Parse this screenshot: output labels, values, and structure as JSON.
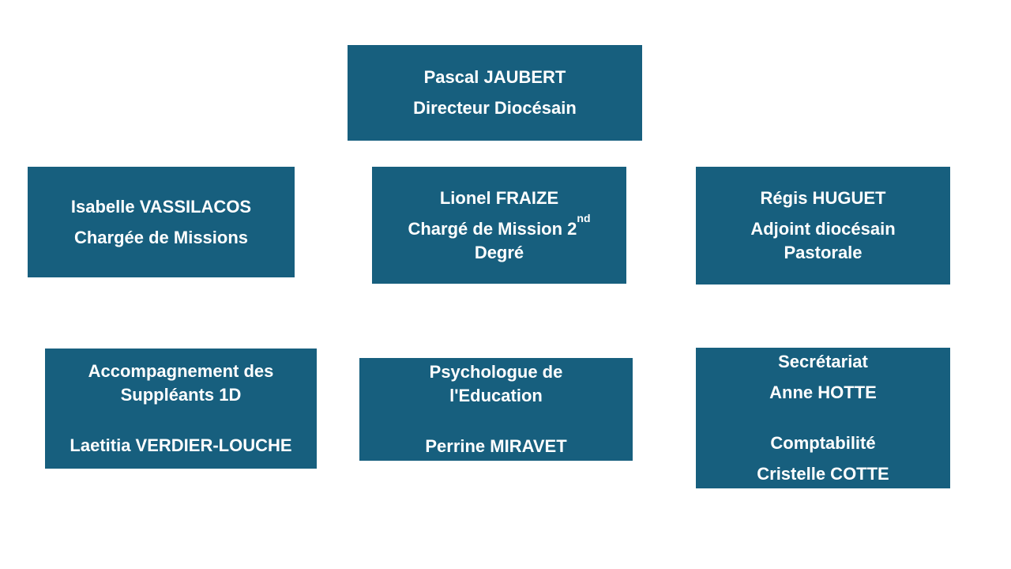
{
  "page": {
    "background": "#ffffff",
    "box_fill": "#175F7E",
    "text_color": "#ffffff"
  },
  "org_chart": {
    "boxes": {
      "director": {
        "name": "Pascal JAUBERT",
        "role": "Directeur Diocésain"
      },
      "vassilacos": {
        "name": "Isabelle VASSILACOS",
        "role": "Chargée de Missions"
      },
      "fraize": {
        "name": "Lionel FRAIZE",
        "role_pre": "Chargé de Mission 2",
        "role_sup": "nd",
        "role_line2": "Degré"
      },
      "huguet": {
        "name": "Régis HUGUET",
        "role_line1": "Adjoint diocésain",
        "role_line2": "Pastorale"
      },
      "suppleants": {
        "role_line1": "Accompagnement des",
        "role_line2": "Suppléants 1D",
        "name": "Laetitia VERDIER-LOUCHE"
      },
      "psychologue": {
        "role_line1": "Psychologue de",
        "role_line2": "l'Education",
        "name": "Perrine MIRAVET"
      },
      "secretariat": {
        "role1": "Secrétariat",
        "name1": "Anne HOTTE",
        "role2": "Comptabilité",
        "name2": "Cristelle COTTE"
      }
    }
  }
}
